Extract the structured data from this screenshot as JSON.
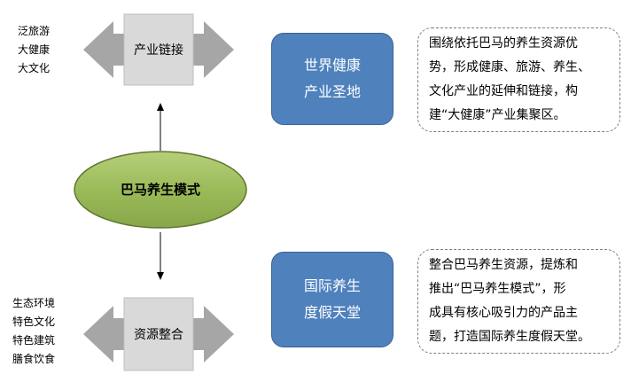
{
  "top_list": [
    "泛旅游",
    "大健康",
    "大文化"
  ],
  "bottom_list": [
    "生态环境",
    "特色文化",
    "特色建筑",
    "膳食饮食"
  ],
  "top_arrow_label": "产业链接",
  "bottom_arrow_label": "资源整合",
  "center_label": "巴马养生模式",
  "top_box": {
    "lines": [
      "世界健康",
      "产业圣地"
    ]
  },
  "bottom_box": {
    "lines": [
      "国际养生",
      "度假天堂"
    ]
  },
  "top_desc": {
    "lines": [
      "围绕依托巴马的养生资源优",
      "势，形成健康、旅游、养生、",
      "文化产业的延伸和链接，构",
      "建“大健康”产业集聚区。"
    ]
  },
  "bottom_desc": {
    "lines": [
      "整合巴马养生资源，提炼和",
      "推出“巴马养生模式”，形",
      "成具有核心吸引力的产品主",
      "题，打造国际养生度假天堂。"
    ]
  },
  "colors": {
    "ellipse_fill": "#9bbb59",
    "box_fill": "#4f81bd",
    "arrow_fill": "#a6a6a6",
    "arrow_center": "#d9d9d9"
  }
}
